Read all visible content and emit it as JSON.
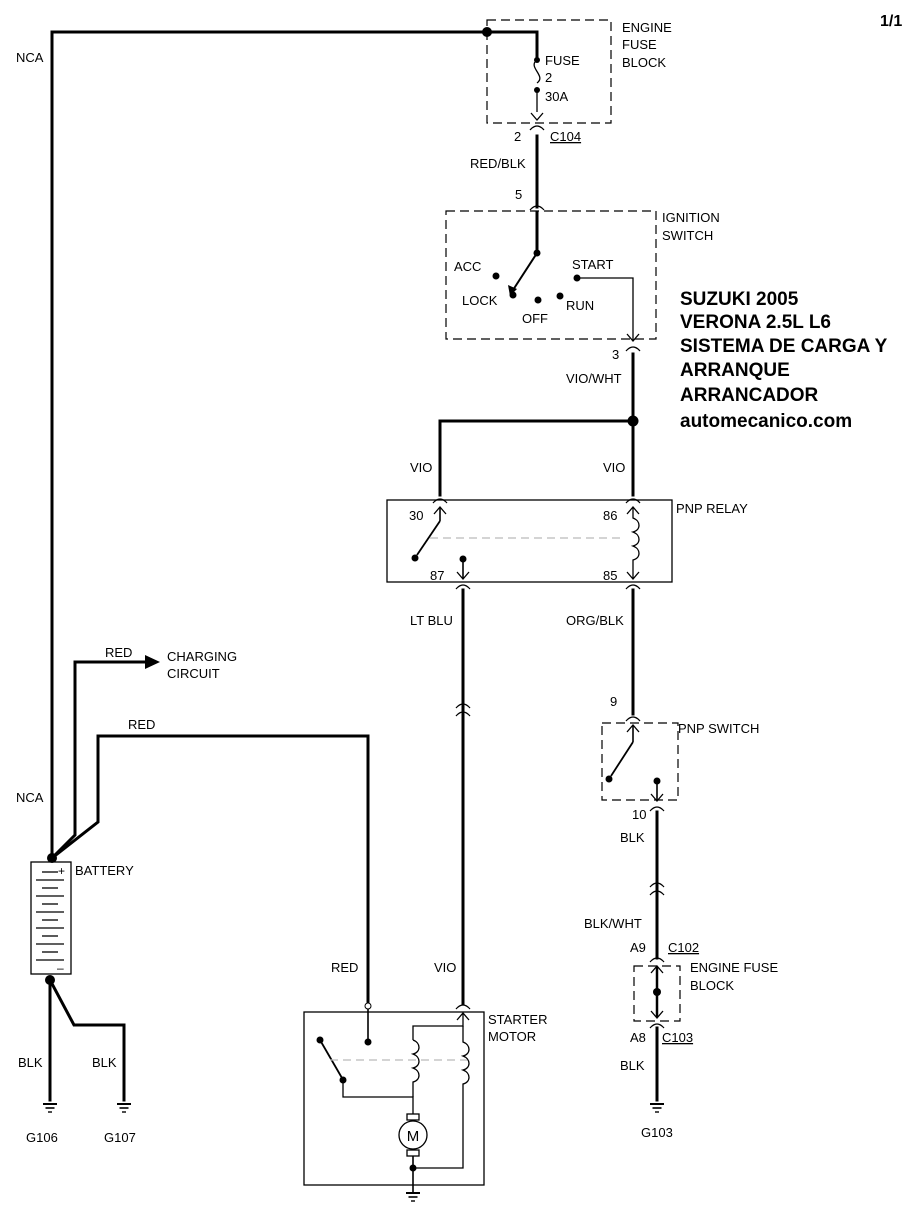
{
  "page_number": "1/1",
  "title": {
    "line1": "SUZUKI 2005",
    "line2": "VERONA 2.5L L6",
    "line3": "SISTEMA DE CARGA Y",
    "line4": "ARRANQUE",
    "line5": "ARRANCADOR",
    "line6": "automecanico.com"
  },
  "engine_fuse_block_top": {
    "label1": "ENGINE",
    "label2": "FUSE",
    "label3": "BLOCK",
    "fuse_label": "FUSE",
    "fuse_number": "2",
    "fuse_rating": "30A",
    "pin": "2",
    "connector": "C104"
  },
  "wires": {
    "nca_top": "NCA",
    "nca_bottom": "NCA",
    "red_blk": "RED/BLK",
    "vio_wht": "VIO/WHT",
    "vio_left": "VIO",
    "vio_right": "VIO",
    "lt_blu": "LT BLU",
    "org_blk": "ORG/BLK",
    "red_charging": "RED",
    "red_starter": "RED",
    "red_vertical": "RED",
    "vio_starter": "VIO",
    "blk_pnp": "BLK",
    "blk_wht": "BLK/WHT",
    "blk_g103": "BLK",
    "blk_g106": "BLK",
    "blk_g107": "BLK"
  },
  "ignition_switch": {
    "label1": "IGNITION",
    "label2": "SWITCH",
    "pin_in": "5",
    "pin_out": "3",
    "acc": "ACC",
    "lock": "LOCK",
    "off": "OFF",
    "run": "RUN",
    "start": "START"
  },
  "pnp_relay": {
    "label": "PNP RELAY",
    "pin30": "30",
    "pin86": "86",
    "pin87": "87",
    "pin85": "85"
  },
  "charging": {
    "label1": "CHARGING",
    "label2": "CIRCUIT"
  },
  "pnp_switch": {
    "label": "PNP SWITCH",
    "pin_in": "9",
    "pin_out": "10"
  },
  "engine_fuse_block_bottom": {
    "label1": "ENGINE FUSE",
    "label2": "BLOCK",
    "pin_a9": "A9",
    "conn_c102": "C102",
    "pin_a8": "A8",
    "conn_c103": "C103"
  },
  "battery": {
    "label": "BATTERY",
    "plus": "+",
    "minus": "–"
  },
  "starter_motor": {
    "label1": "STARTER",
    "label2": "MOTOR",
    "motor_symbol": "M"
  },
  "grounds": {
    "g106": "G106",
    "g107": "G107",
    "g103": "G103"
  }
}
